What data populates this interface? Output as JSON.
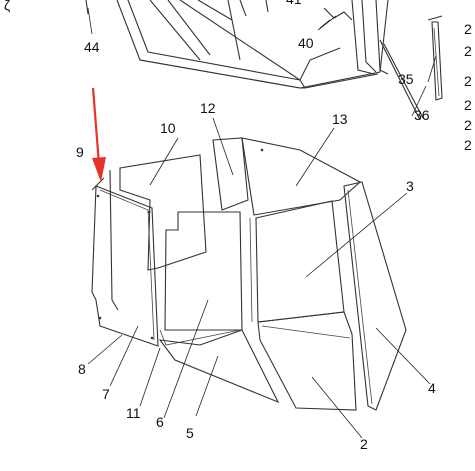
{
  "colors": {
    "line": "#333333",
    "arrow": "#e8312a",
    "background": "#ffffff"
  },
  "callouts": {
    "n2": "2",
    "n3": "3",
    "n4": "4",
    "n5": "5",
    "n6": "6",
    "n7": "7",
    "n8": "8",
    "n9": "9",
    "n10": "10",
    "n11": "11",
    "n12": "12",
    "n13": "13",
    "n35": "35",
    "n36": "36",
    "n40": "40",
    "n41": "41",
    "n44": "44"
  },
  "edge_labels": {
    "e1": "2",
    "e2": "2",
    "e3": "2",
    "e4": "2",
    "e5": "2",
    "e6": "2"
  },
  "corner_glyph": "ζ"
}
